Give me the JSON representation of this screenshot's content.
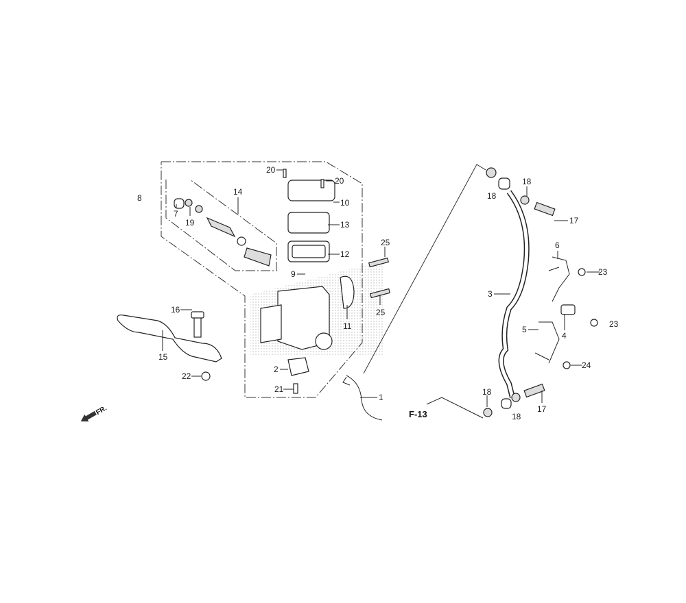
{
  "diagram": {
    "callouts": {
      "p8": "8",
      "p20a": "20",
      "p20b": "20",
      "p10": "10",
      "p14": "14",
      "p7": "7",
      "p19": "19",
      "p13": "13",
      "p12": "12",
      "p25a": "25",
      "p9": "9",
      "p16": "16",
      "p11": "11",
      "p25b": "25",
      "p15": "15",
      "p2": "2",
      "p22": "22",
      "p21": "21",
      "p1": "1",
      "p18a": "18",
      "p18b": "18",
      "p17a": "17",
      "p6": "6",
      "p23a": "23",
      "p3": "3",
      "p23b": "23",
      "p4": "4",
      "p5": "5",
      "p24": "24",
      "p18c": "18",
      "p18d": "18",
      "p17b": "17"
    },
    "ref_page": "F-13",
    "front_arrow": "FR."
  }
}
